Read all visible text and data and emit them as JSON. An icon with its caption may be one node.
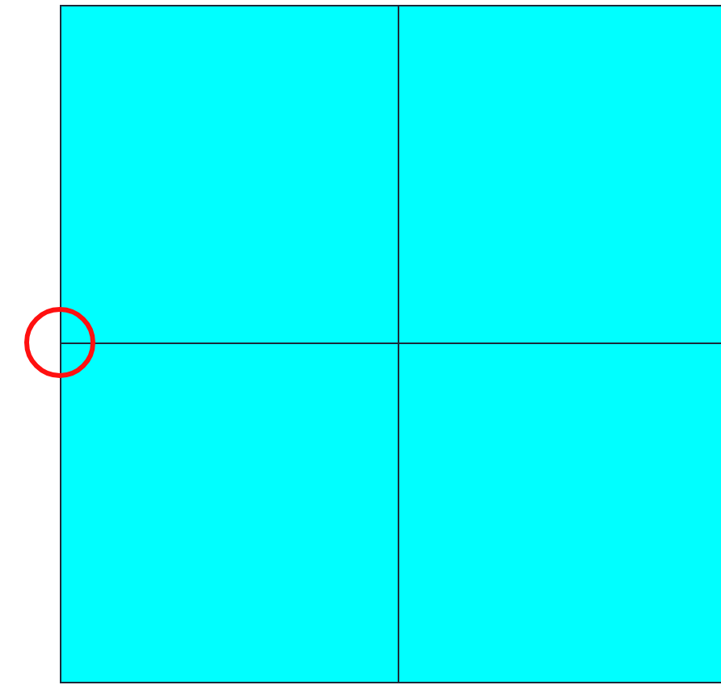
{
  "diagram": {
    "nodes": [
      {
        "text": [],
        "shape": "box"
      },
      {
        "text": [],
        "shape": "box"
      },
      {
        "text": [],
        "shape": "box"
      },
      {
        "text": [],
        "shape": "box"
      },
      {
        "text": [],
        "shape": "circle"
      }
    ]
  }
}
